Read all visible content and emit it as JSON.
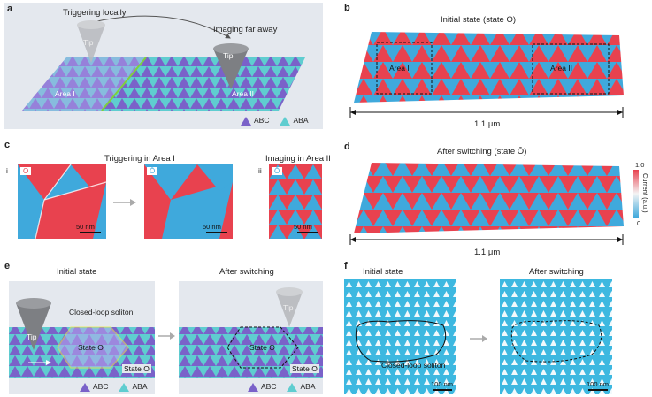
{
  "panel_a": {
    "label": "a",
    "trigger_text": "Triggering locally",
    "imaging_text": "Imaging far away",
    "tip1": "Tip",
    "tip2": "Tip",
    "area1": "Area I",
    "area2": "Area II",
    "legend_abc": "ABC",
    "legend_aba": "ABA"
  },
  "panel_b": {
    "label": "b",
    "title": "Initial state (state O)",
    "area1": "Area I",
    "area2": "Area II",
    "scale": "1.1 μm"
  },
  "panel_c": {
    "label": "c",
    "title_left": "Triggering in Area I",
    "title_right": "Imaging in Area II",
    "roman1": "i",
    "roman2": "ii",
    "state1": "O",
    "state2": "Ō",
    "state3": "Ō",
    "scale1": "50 nm",
    "scale2": "50 nm",
    "scale3": "50 nm"
  },
  "panel_d": {
    "label": "d",
    "title": "After switching (state Ō)",
    "scale": "1.1 μm",
    "colorbar_max": "1.0",
    "colorbar_min": "0",
    "colorbar_label": "Current (a.u.)"
  },
  "panel_e": {
    "label": "e",
    "title_left": "Initial state",
    "title_right": "After switching",
    "soliton": "Closed-loop soliton",
    "tip_left": "Tip",
    "tip_right": "Tip",
    "state_inner_left": "State  O",
    "state_outer_left": "State O",
    "state_inner_right": "State O",
    "state_outer_right": "State O",
    "legend_abc_left": "ABC",
    "legend_aba_left": "ABA",
    "legend_abc_right": "ABC",
    "legend_aba_right": "ABA"
  },
  "panel_f": {
    "label": "f",
    "title_left": "Initial state",
    "title_right": "After switching",
    "soliton": "Closed-loop soliton",
    "scale1": "100 nm",
    "scale2": "100 nm"
  },
  "colors": {
    "abc": "#7a62c9",
    "aba": "#5fcdd0",
    "red": "#e8424f",
    "blue": "#3fa9dc",
    "panel_bg": "#e4e8ee"
  }
}
